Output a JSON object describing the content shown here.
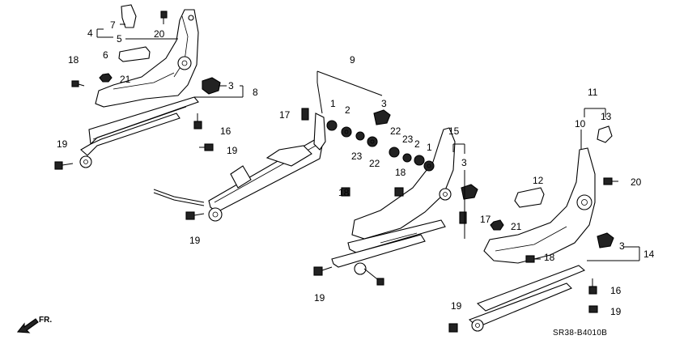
{
  "labels": {
    "n1a": "1",
    "n1b": "1",
    "n2a": "2",
    "n2b": "2",
    "n3a": "3",
    "n3b": "3",
    "n3c": "3",
    "n3d": "3",
    "n4": "4",
    "n5": "5",
    "n6": "6",
    "n7": "7",
    "n8": "8",
    "n9": "9",
    "n10": "10",
    "n11": "11",
    "n12": "12",
    "n13": "13",
    "n14": "14",
    "n15": "15",
    "n16a": "16",
    "n16b": "16",
    "n17a": "17",
    "n17b": "17",
    "n18a": "18",
    "n18b": "18",
    "n18c": "18",
    "n19a": "19",
    "n19b": "19",
    "n19c": "19",
    "n19d": "19",
    "n19e": "19",
    "n19f": "19",
    "n20a": "20",
    "n20b": "20",
    "n21a": "21",
    "n21b": "21",
    "n22a": "22",
    "n22b": "22",
    "n23a": "23",
    "n23b": "23"
  },
  "diagram_code": "SR38-B4010B",
  "direction": "FR."
}
